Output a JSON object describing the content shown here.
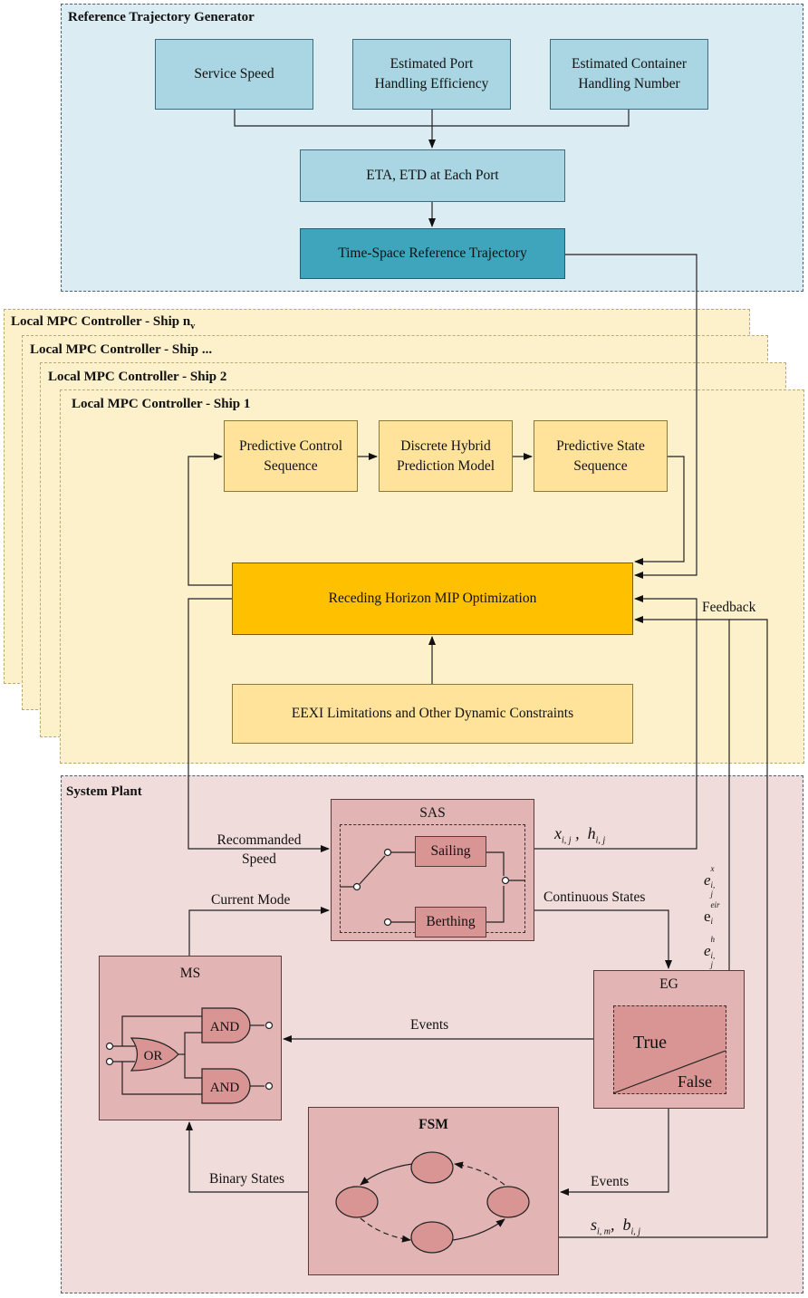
{
  "reference_generator": {
    "title": "Reference Trajectory Generator",
    "service_speed": "Service Speed",
    "port_efficiency_line1": "Estimated Port",
    "port_efficiency_line2": "Handling Efficiency",
    "container_number_line1": "Estimated Container",
    "container_number_line2": "Handling Number",
    "eta_etd": "ETA, ETD at Each Port",
    "reference_trajectory": "Time-Space Reference Trajectory"
  },
  "mpc_layers": {
    "ship_nv_prefix": "Local MPC Controller - Ship n",
    "ship_nv_subscript": "v",
    "ship_dots": "Local MPC Controller - Ship ...",
    "ship_2": "Local MPC Controller - Ship 2",
    "ship_1": "Local MPC Controller - Ship 1"
  },
  "mpc": {
    "predictive_control_line1": "Predictive Control",
    "predictive_control_line2": "Sequence",
    "hybrid_model_line1": "Discrete Hybrid",
    "hybrid_model_line2": "Prediction Model",
    "predictive_state_line1": "Predictive State",
    "predictive_state_line2": "Sequence",
    "optimization": "Receding Horizon MIP Optimization",
    "constraints": "EEXI Limitations and Other Dynamic Constraints",
    "feedback": "Feedback"
  },
  "plant": {
    "title": "System Plant",
    "sas": "SAS",
    "sailing": "Sailing",
    "berthing": "Berthing",
    "recommended_line1": "Recommanded",
    "recommended_line2": "Speed",
    "current_mode": "Current Mode",
    "continuous_states": "Continuous States",
    "ms": "MS",
    "and_top": "AND",
    "or": "OR",
    "and_bottom": "AND",
    "events_left": "Events",
    "eg": "EG",
    "true": "True",
    "false": "False",
    "fsm": "FSM",
    "binary_states": "Binary States",
    "events_right": "Events"
  },
  "colors": {
    "reference_bg": "#dcecf3",
    "blue_box": "#a9d6e2",
    "dark_blue_box": "#3ea5bd",
    "mpc_bg": "#fdf1cc",
    "yellow_box": "#ffe39a",
    "orange_box": "#ffc000",
    "plant_bg": "#f1dcdc",
    "plant_box": "#e2b4b4",
    "plant_inner": "#d99494"
  }
}
